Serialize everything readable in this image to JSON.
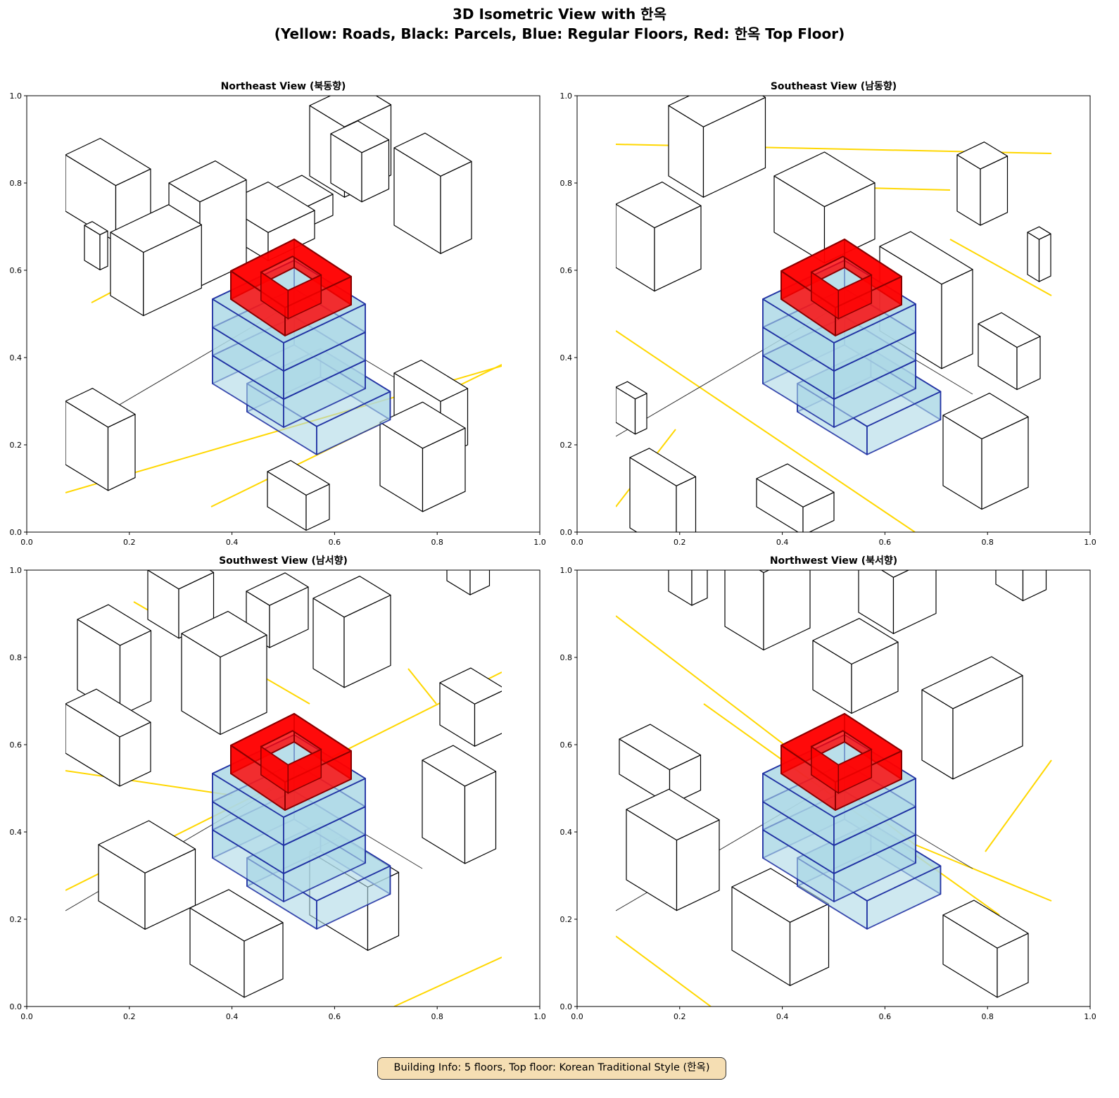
{
  "figure": {
    "title_line1": "3D Isometric View with 한옥",
    "title_line2": "(Yellow: Roads, Black: Parcels, Blue: Regular Floors, Red: 한옥 Top Floor)",
    "info_box": "Building Info: 5 floors, Top floor: Korean Traditional Style (한옥)"
  },
  "panels": [
    {
      "title": "Northeast View (북동향)"
    },
    {
      "title": "Southeast View (남동향)"
    },
    {
      "title": "Southwest View (남서향)"
    },
    {
      "title": "Northwest View (북서향)"
    }
  ],
  "axes": {
    "xticks": [
      "0.0",
      "0.2",
      "0.4",
      "0.6",
      "0.8",
      "1.0"
    ],
    "yticks": [
      "0.0",
      "0.2",
      "0.4",
      "0.6",
      "0.8",
      "1.0"
    ],
    "xlim": [
      0,
      1
    ],
    "ylim": [
      0,
      1
    ]
  },
  "colors": {
    "road": "#ffd700",
    "parcel": "#000000",
    "regular_floor_fill": "#add8e6",
    "regular_floor_edge": "#1a2aa0",
    "hanok_fill": "#ff0000",
    "hanok_edge": "#8b0000",
    "info_bg": "#f5deb3"
  },
  "building": {
    "floors": 5,
    "regular_floors": 4,
    "top_floor_style": "한옥"
  }
}
